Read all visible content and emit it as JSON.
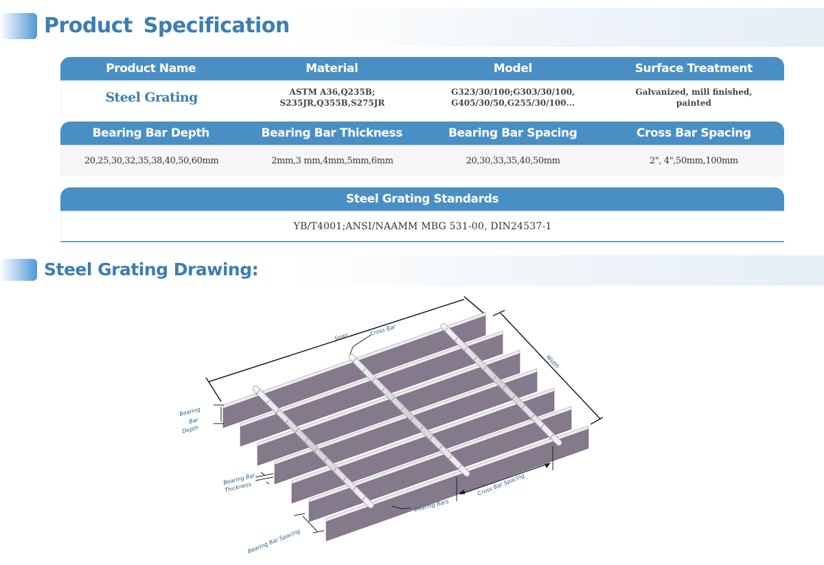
{
  "sections": {
    "spec_title": "Product  Specification",
    "drawing_title": "Steel Grating Drawing:"
  },
  "table1": {
    "headers": [
      "Product Name",
      "Material",
      "Model",
      "Surface Treatment"
    ],
    "values": {
      "product_name": "Steel Grating",
      "material_line1": "ASTM A36,Q235B;",
      "material_line2": "S235JR,Q355B,S275JR",
      "model_line1": "G323/30/100;G303/30/100,",
      "model_line2": "G405/30/50,G255/30/100...",
      "surface_line1": "Galvanized, mill finished,",
      "surface_line2": "painted"
    }
  },
  "table2": {
    "headers": [
      "Bearing Bar Depth",
      "Bearing Bar Thickness",
      "Bearing Bar Spacing",
      "Cross Bar Spacing"
    ],
    "values": [
      "20,25,30,32,35,38,40,50,60mm",
      "2mm,3 mm,4mm,5mm,6mm",
      "20,30,33,35,40,50mm",
      "2\", 4\",50mm,100mm"
    ]
  },
  "table3": {
    "header": "Steel Grating Standards",
    "value": "YB/T4001;ANSI/NAAMM MBG 531-00, DIN24537-1"
  },
  "drawing": {
    "labels": {
      "span": "Span",
      "cross_bar": "Cross Bar",
      "width": "Width",
      "bearing_bar_depth_1": "Bearing",
      "bearing_bar_depth_2": "Bar",
      "bearing_bar_depth_3": "Depth",
      "bearing_bar_thickness_1": "Bearing Bar",
      "bearing_bar_thickness_2": "Thickness",
      "bearing_bar_spacing": "Bearing Bar Spacing",
      "bearing_bars": "Bearing Bars",
      "cross_bar_spacing": "Cross Bar Spacing"
    },
    "colors": {
      "bar_face": "#857a8c",
      "bar_top": "#e9e9ec",
      "rod": "#d9d9dd",
      "dimension_line": "#1a1a1a",
      "label": "#2d5e7f"
    }
  },
  "colors": {
    "header_bg": "#4a8fc4",
    "title_text": "#3b7eb2"
  }
}
